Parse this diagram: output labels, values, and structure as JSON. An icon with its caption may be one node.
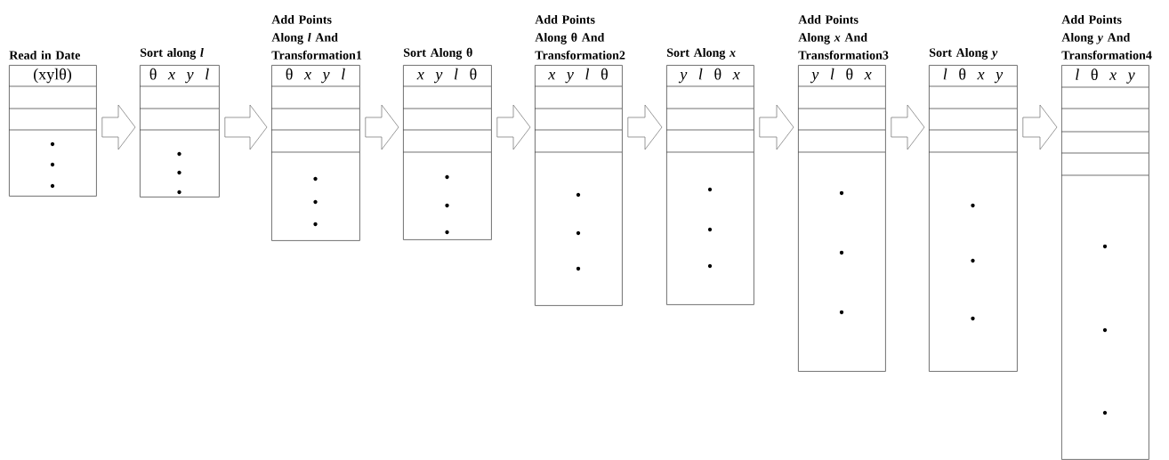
{
  "diagram": {
    "nodes": [
      {
        "text": [
          "Read in Date",
          "(xylθ)"
        ]
      },
      {
        "text": [
          "Sort along *l*",
          "θ *x* *y* *l*"
        ]
      },
      {
        "text": [
          "Add Points Along *l* And Transformation1",
          "θ *x* *y* *l*"
        ]
      },
      {
        "text": [
          "Sort Along θ",
          "*x* *y* *l* θ"
        ]
      },
      {
        "text": [
          "Add Points Along θ And Transformation2",
          "*x* *y* *l* θ"
        ]
      },
      {
        "text": [
          "Sort Along *x*",
          "*y* *l* θ *x*"
        ]
      },
      {
        "text": [
          "Add Points Along *x* And Transformation3",
          "*y* *l* θ *x*"
        ]
      },
      {
        "text": [
          "Sort Along *y*",
          "*l* θ *x* *y*"
        ]
      },
      {
        "text": [
          "Add Points Along *y* And Transformation4",
          "*l* θ *x* *y*"
        ]
      }
    ],
    "edges": [
      {
        "from": 0,
        "to": 1,
        "arrow": "to"
      },
      {
        "from": 1,
        "to": 2,
        "arrow": "to"
      },
      {
        "from": 2,
        "to": 3,
        "arrow": "to"
      },
      {
        "from": 3,
        "to": 4,
        "arrow": "to"
      },
      {
        "from": 4,
        "to": 5,
        "arrow": "to"
      },
      {
        "from": 5,
        "to": 6,
        "arrow": "to"
      },
      {
        "from": 6,
        "to": 7,
        "arrow": "to"
      },
      {
        "from": 7,
        "to": 8,
        "arrow": "to"
      }
    ]
  }
}
